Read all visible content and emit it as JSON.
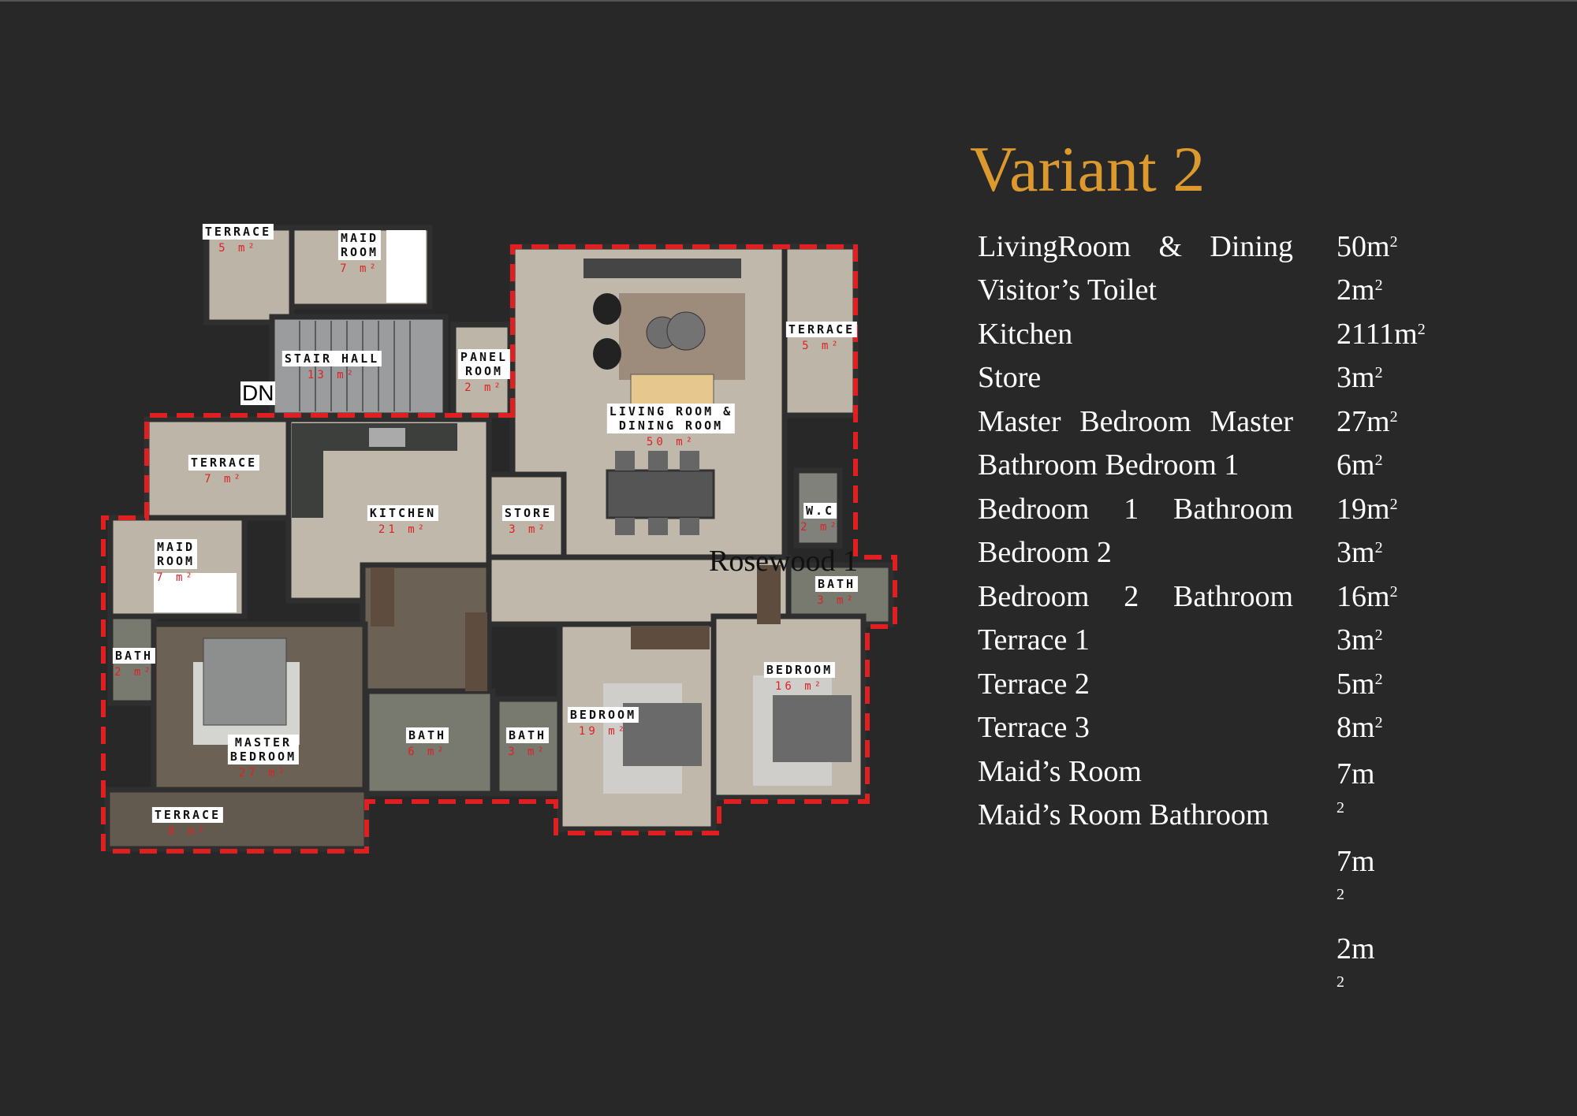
{
  "plan": {
    "stair_marker": "DN",
    "overlay_text": "Rosewood 1",
    "labels": [
      {
        "name": "TERRACE",
        "area": "5 m²"
      },
      {
        "name": "MAID\nROOM",
        "area": "7 m²"
      },
      {
        "name": "STAIR HALL",
        "area": "13 m²"
      },
      {
        "name": "PANEL\nROOM",
        "area": "2 m²"
      },
      {
        "name": "LIVING ROOM &\nDINING ROOM",
        "area": "50 m²"
      },
      {
        "name": "TERRACE",
        "area": "5 m²"
      },
      {
        "name": "TERRACE",
        "area": "7 m²"
      },
      {
        "name": "KITCHEN",
        "area": "21 m²"
      },
      {
        "name": "STORE",
        "area": "3 m²"
      },
      {
        "name": "W.C",
        "area": "2 m²"
      },
      {
        "name": "MAID\nROOM",
        "area": "7 m²"
      },
      {
        "name": "BATH",
        "area": "3 m²"
      },
      {
        "name": "BATH",
        "area": "2 m²"
      },
      {
        "name": "BEDROOM",
        "area": "16 m²"
      },
      {
        "name": "BEDROOM",
        "area": "19 m²"
      },
      {
        "name": "BATH",
        "area": "6 m²"
      },
      {
        "name": "BATH",
        "area": "3 m²"
      },
      {
        "name": "MASTER\nBEDROOM",
        "area": "27 m²"
      },
      {
        "name": "TERRACE",
        "area": "8 m²"
      }
    ],
    "colors": {
      "boundary": "#e02020",
      "floor": "#bdb5a8",
      "wood": "#6b6154",
      "bath": "#78796f",
      "wall": "#2f2f2f"
    }
  },
  "summary": {
    "title": "Variant 2",
    "title_color": "#dc9a2e",
    "labels": [
      "LivingRoom & Dining",
      "Visitor’s Toilet",
      "Kitchen",
      "Store",
      "Master Bedroom Master",
      "Bathroom Bedroom 1",
      "Bedroom 1 Bathroom",
      "Bedroom 2",
      "Bedroom 2 Bathroom",
      "Terrace 1",
      "Terrace 2",
      "Terrace 3",
      "Maid’s Room",
      "Maid’s Room Bathroom"
    ],
    "values": [
      {
        "num": "50m",
        "sup": "2"
      },
      {
        "num": "2m",
        "sup": "2"
      },
      {
        "num": "2111m",
        "sup": "2"
      },
      {
        "num": "3m",
        "sup": "2"
      },
      {
        "num": "27m",
        "sup": "2"
      },
      {
        "num": "6m",
        "sup": "2"
      },
      {
        "num": "19m",
        "sup": "2"
      },
      {
        "num": "3m",
        "sup": "2"
      },
      {
        "num": "16m",
        "sup": "2"
      },
      {
        "num": "3m",
        "sup": "2"
      },
      {
        "num": "5m",
        "sup": "2"
      },
      {
        "num": "8m",
        "sup": "2"
      },
      {
        "num": "7m",
        "sup": "2"
      },
      {
        "num": "7m",
        "sup": "2"
      },
      {
        "num": "2m",
        "sup": "2"
      }
    ]
  }
}
